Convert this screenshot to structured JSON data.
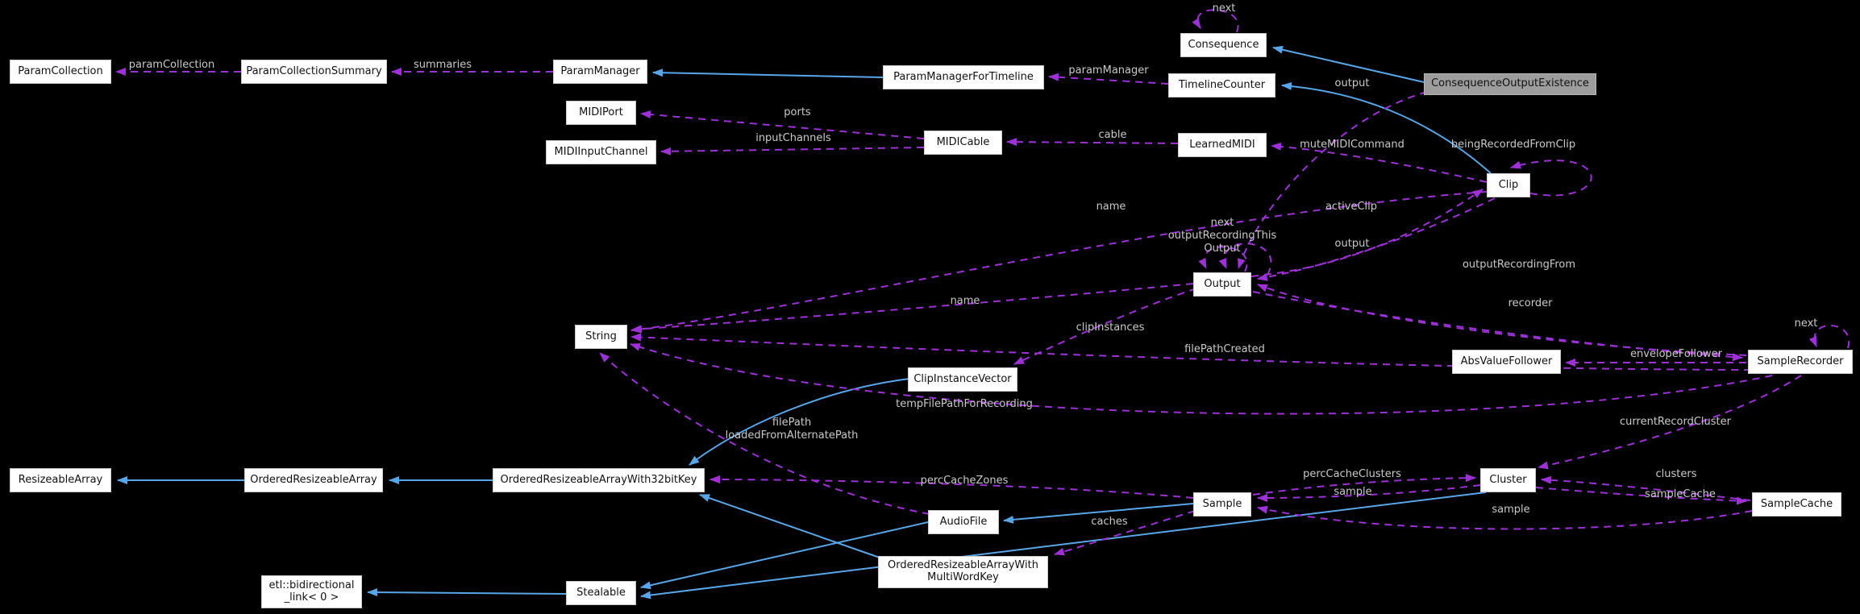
{
  "diagram_type": "doxygen-collaboration-graph",
  "colors": {
    "background": "#000000",
    "node_fill": "#ffffff",
    "node_border": "#c9c9c9",
    "node_text": "#111111",
    "highlighted_node_fill": "#9d9d9d",
    "inheritance_edge": "#58a6e8",
    "usage_edge": "#9e30d8",
    "edge_label_text": "#c9c9c9"
  },
  "nodes": {
    "param_collection": {
      "label": "ParamCollection"
    },
    "param_collection_summary": {
      "label": "ParamCollectionSummary"
    },
    "param_manager": {
      "label": "ParamManager"
    },
    "param_manager_for_timeline": {
      "label": "ParamManagerForTimeline"
    },
    "timeline_counter": {
      "label": "TimelineCounter"
    },
    "consequence": {
      "label": "Consequence"
    },
    "consequence_output_existence": {
      "label": "ConsequenceOutputExistence",
      "highlighted": true
    },
    "midi_port": {
      "label": "MIDIPort"
    },
    "midi_input_channel": {
      "label": "MIDIInputChannel"
    },
    "midi_cable": {
      "label": "MIDICable"
    },
    "learned_midi": {
      "label": "LearnedMIDI"
    },
    "clip": {
      "label": "Clip"
    },
    "output": {
      "label": "Output"
    },
    "string": {
      "label": "String"
    },
    "clip_instance_vector": {
      "label": "ClipInstanceVector"
    },
    "abs_value_follower": {
      "label": "AbsValueFollower"
    },
    "sample_recorder": {
      "label": "SampleRecorder"
    },
    "resizeable_array": {
      "label": "ResizeableArray"
    },
    "ordered_resizeable_array": {
      "label": "OrderedResizeableArray"
    },
    "ordered_resizeable_array_with_32bit_key": {
      "label": "OrderedResizeableArrayWith32bitKey"
    },
    "audio_file": {
      "label": "AudioFile"
    },
    "sample": {
      "label": "Sample"
    },
    "cluster": {
      "label": "Cluster"
    },
    "sample_cache": {
      "label": "SampleCache"
    },
    "ordered_resizeable_array_with_multi_word_key": {
      "line1": "OrderedResizeableArrayWith",
      "line2": "MultiWordKey"
    },
    "etl_bidirectional_link": {
      "line1": "etl::bidirectional",
      "line2": "_link< 0 >"
    },
    "stealable": {
      "label": "Stealable"
    }
  },
  "edge_labels": {
    "param_collection": "paramCollection",
    "summaries": "summaries",
    "next_consequence": "next",
    "param_manager": "paramManager",
    "output_top": "output",
    "ports": "ports",
    "input_channels": "inputChannels",
    "cable": "cable",
    "mute_midi_command": "muteMIDICommand",
    "being_recorded_from_clip": "beingRecordedFromClip",
    "name_clip": "name",
    "active_clip": "activeClip",
    "output_self_line1": "next",
    "output_self_line2": "outputRecordingThis",
    "output_self_line3": "Output",
    "output_clip": "output",
    "output_recording_from": "outputRecordingFrom",
    "name_output": "name",
    "clip_instances": "clipInstances",
    "recorder": "recorder",
    "file_path_created": "filePathCreated",
    "envelope_follower": "envelopeFollower",
    "next_sample_recorder": "next",
    "temp_file_path_for_recording": "tempFilePathForRecording",
    "file_path_line1": "filePath",
    "file_path_line2": "loadedFromAlternatePath",
    "current_record_cluster": "currentRecordCluster",
    "perc_cache_zones": "percCacheZones",
    "perc_cache_clusters": "percCacheClusters",
    "sample_from_cluster": "sample",
    "clusters": "clusters",
    "sample_cache": "sampleCache",
    "sample_from_sample_cache": "sample",
    "caches": "caches"
  },
  "edges": [
    {
      "type": "inheritance",
      "from": "ParamManagerForTimeline",
      "to": "ParamManager"
    },
    {
      "type": "inheritance",
      "from": "ConsequenceOutputExistence",
      "to": "Consequence"
    },
    {
      "type": "inheritance",
      "from": "Clip",
      "to": "TimelineCounter"
    },
    {
      "type": "inheritance",
      "from": "OrderedResizeableArray",
      "to": "ResizeableArray"
    },
    {
      "type": "inheritance",
      "from": "OrderedResizeableArrayWith32bitKey",
      "to": "OrderedResizeableArray"
    },
    {
      "type": "inheritance",
      "from": "ClipInstanceVector",
      "to": "OrderedResizeableArrayWith32bitKey"
    },
    {
      "type": "inheritance",
      "from": "OrderedResizeableArrayWithMultiWordKey",
      "to": "OrderedResizeableArrayWith32bitKey"
    },
    {
      "type": "inheritance",
      "from": "Stealable",
      "to": "etl::bidirectional_link< 0 >"
    },
    {
      "type": "inheritance",
      "from": "AudioFile",
      "to": "Stealable"
    },
    {
      "type": "inheritance",
      "from": "Cluster",
      "to": "Stealable"
    },
    {
      "type": "inheritance",
      "from": "Sample",
      "to": "AudioFile"
    },
    {
      "type": "usage",
      "label": "paramCollection",
      "from": "ParamCollectionSummary",
      "to": "ParamCollection"
    },
    {
      "type": "usage",
      "label": "summaries",
      "from": "ParamManager",
      "to": "ParamCollectionSummary"
    },
    {
      "type": "usage",
      "label": "paramManager",
      "from": "TimelineCounter",
      "to": "ParamManagerForTimeline"
    },
    {
      "type": "usage",
      "label": "next",
      "from": "Consequence",
      "to": "Consequence"
    },
    {
      "type": "usage",
      "label": "output",
      "from": "ConsequenceOutputExistence",
      "to": "Output"
    },
    {
      "type": "usage",
      "label": "ports",
      "from": "MIDICable",
      "to": "MIDIPort"
    },
    {
      "type": "usage",
      "label": "inputChannels",
      "from": "MIDICable",
      "to": "MIDIInputChannel"
    },
    {
      "type": "usage",
      "label": "cable",
      "from": "LearnedMIDI",
      "to": "MIDICable"
    },
    {
      "type": "usage",
      "label": "muteMIDICommand",
      "from": "Clip",
      "to": "LearnedMIDI"
    },
    {
      "type": "usage",
      "label": "beingRecordedFromClip",
      "from": "Clip",
      "to": "Clip"
    },
    {
      "type": "usage",
      "label": "name",
      "from": "Clip",
      "to": "String"
    },
    {
      "type": "usage",
      "label": "activeClip",
      "from": "Output",
      "to": "Clip"
    },
    {
      "type": "usage",
      "label": "next / outputRecordingThisOutput",
      "from": "Output",
      "to": "Output"
    },
    {
      "type": "usage",
      "label": "output",
      "from": "Clip",
      "to": "Output"
    },
    {
      "type": "usage",
      "label": "outputRecordingFrom",
      "from": "SampleRecorder",
      "to": "Output"
    },
    {
      "type": "usage",
      "label": "recorder",
      "from": "Output",
      "to": "SampleRecorder"
    },
    {
      "type": "usage",
      "label": "next",
      "from": "SampleRecorder",
      "to": "SampleRecorder"
    },
    {
      "type": "usage",
      "label": "envelopeFollower",
      "from": "SampleRecorder",
      "to": "AbsValueFollower"
    },
    {
      "type": "usage",
      "label": "name",
      "from": "Output",
      "to": "String"
    },
    {
      "type": "usage",
      "label": "clipInstances",
      "from": "Output",
      "to": "ClipInstanceVector"
    },
    {
      "type": "usage",
      "label": "filePathCreated",
      "from": "SampleRecorder",
      "to": "String"
    },
    {
      "type": "usage",
      "label": "tempFilePathForRecording",
      "from": "SampleRecorder",
      "to": "String"
    },
    {
      "type": "usage",
      "label": "filePath / loadedFromAlternatePath",
      "from": "AudioFile",
      "to": "String"
    },
    {
      "type": "usage",
      "label": "currentRecordCluster",
      "from": "SampleRecorder",
      "to": "Cluster"
    },
    {
      "type": "usage",
      "label": "percCacheZones",
      "from": "Sample",
      "to": "OrderedResizeableArrayWith32bitKey"
    },
    {
      "type": "usage",
      "label": "caches",
      "from": "Sample",
      "to": "OrderedResizeableArrayWithMultiWordKey"
    },
    {
      "type": "usage",
      "label": "percCacheClusters",
      "from": "Sample",
      "to": "Cluster"
    },
    {
      "type": "usage",
      "label": "sample",
      "from": "Cluster",
      "to": "Sample"
    },
    {
      "type": "usage",
      "label": "clusters",
      "from": "SampleCache",
      "to": "Cluster"
    },
    {
      "type": "usage",
      "label": "sampleCache",
      "from": "Cluster",
      "to": "SampleCache"
    },
    {
      "type": "usage",
      "label": "sample",
      "from": "SampleCache",
      "to": "Sample"
    }
  ]
}
